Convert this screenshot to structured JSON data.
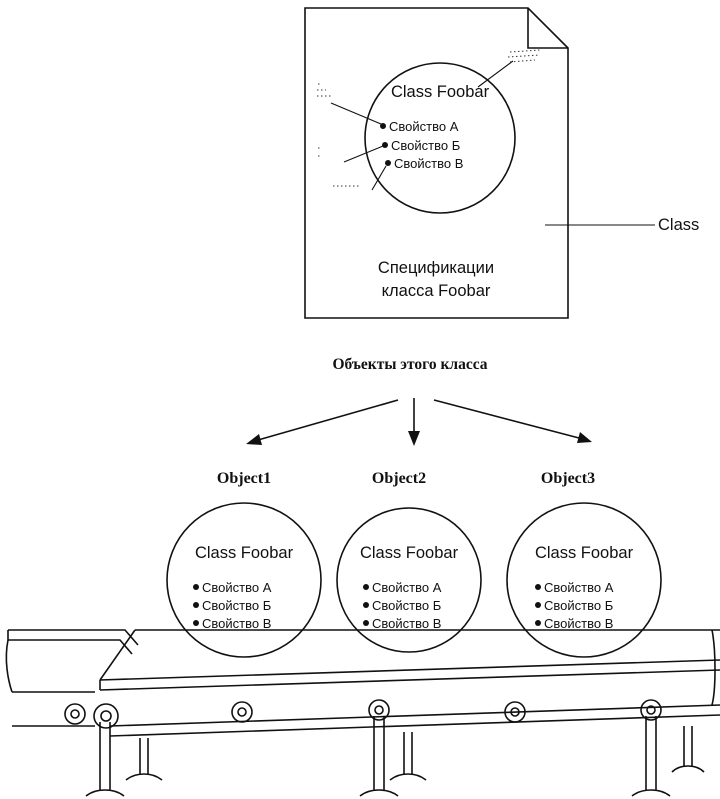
{
  "spec_document": {
    "class_title": "Class Foobar",
    "properties": [
      "Свойство А",
      "Свойство Б",
      "Свойство В"
    ],
    "caption_line1": "Спецификации",
    "caption_line2": "класса Foobar"
  },
  "class_callout": "Class",
  "objects_heading": "Объекты этого класса",
  "objects": [
    {
      "label": "Object1",
      "class_title": "Class Foobar",
      "properties": [
        "Свойство А",
        "Свойство Б",
        "Свойство В"
      ]
    },
    {
      "label": "Object2",
      "class_title": "Class Foobar",
      "properties": [
        "Свойство А",
        "Свойство Б",
        "Свойство В"
      ]
    },
    {
      "label": "Object3",
      "class_title": "Class Foobar",
      "properties": [
        "Свойство А",
        "Свойство Б",
        "Свойство В"
      ]
    }
  ]
}
